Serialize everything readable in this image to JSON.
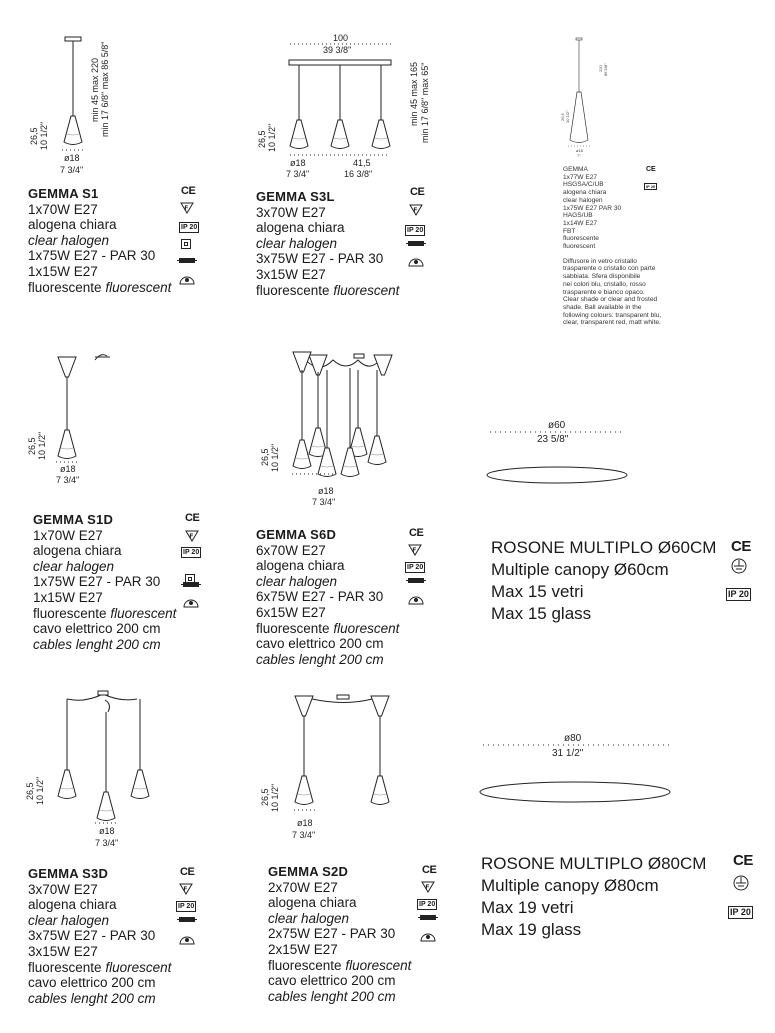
{
  "products": [
    {
      "id": "s1",
      "title": "GEMMA S1",
      "lines": [
        "1x70W E27",
        "alogena chiara",
        "clear halogen",
        "1x75W E27 - PAR 30",
        "1x15W E27",
        "fluorescente",
        "fluorescent"
      ],
      "dims": {
        "height": "26,5",
        "height_in": "10 1/2\"",
        "dia": "ø18",
        "dia_in": "7 3/4\"",
        "cable": "min 45  max 220",
        "cable_in": "min 17 6/8\"  max 86 5/8\""
      }
    },
    {
      "id": "s3l",
      "title": "GEMMA S3L",
      "lines": [
        "3x70W E27",
        "alogena chiara",
        "clear halogen",
        "3x75W E27 - PAR 30",
        "3x15W E27",
        "fluorescente",
        "fluorescent"
      ],
      "dims": {
        "width": "100",
        "width_in": "39 3/8\"",
        "height": "26,5",
        "height_in": "10 1/2\"",
        "dia": "ø18",
        "dia_in": "7 3/4\"",
        "spacing": "41,5",
        "spacing_in": "16 3/8\"",
        "cable": "min 45  max 165",
        "cable_in": "min 17 6/8\"  max 65\""
      }
    },
    {
      "id": "s1d",
      "title": "GEMMA S1D",
      "lines": [
        "1x70W E27",
        "alogena chiara",
        "clear halogen",
        "1x75W E27 - PAR 30",
        "1x15W E27",
        "fluorescente",
        "fluorescent",
        "cavo elettrico 200 cm",
        "cables lenght 200 cm"
      ],
      "dims": {
        "height": "26,5",
        "height_in": "10 1/2\"",
        "dia": "ø18",
        "dia_in": "7 3/4\""
      }
    },
    {
      "id": "s6d",
      "title": "GEMMA S6D",
      "lines": [
        "6x70W E27",
        "alogena chiara",
        "clear halogen",
        "6x75W E27 - PAR 30",
        "6x15W E27",
        "fluorescente",
        "fluorescent",
        "cavo elettrico 200 cm",
        "cables lenght 200 cm"
      ],
      "dims": {
        "height": "26,5",
        "height_in": "10 1/2\"",
        "dia": "ø18",
        "dia_in": "7 3/4\""
      }
    },
    {
      "id": "s3d",
      "title": "GEMMA S3D",
      "lines": [
        "3x70W E27",
        "alogena chiara",
        "clear halogen",
        "3x75W E27 - PAR 30",
        "3x15W E27",
        "fluorescente",
        "fluorescent",
        "cavo elettrico 200 cm",
        "cables lenght 200 cm"
      ],
      "dims": {
        "height": "26,5",
        "height_in": "10 1/2\"",
        "dia": "ø18",
        "dia_in": "7 3/4\""
      }
    },
    {
      "id": "s2d",
      "title": "GEMMA S2D",
      "lines": [
        "2x70W E27",
        "alogena chiara",
        "clear halogen",
        "2x75W E27 - PAR 30",
        "2x15W E27",
        "fluorescente",
        "fluorescent",
        "cavo elettrico 200 cm",
        "cables lenght 200 cm"
      ],
      "dims": {
        "height": "26,5",
        "height_in": "10 1/2\"",
        "dia": "ø18",
        "dia_in": "7 3/4\""
      }
    }
  ],
  "small_spec": {
    "lines": [
      "GEMMA",
      "1x77W E27",
      "HSGSA/C/UB",
      "alogena chiara",
      "clear halogen",
      "1x75W E27 PAR 30",
      "HAGS/UB",
      "1x14W E27",
      "FBT",
      "fluorescente",
      "fluorescent"
    ],
    "description": [
      "Diffusore in vetro cristallo",
      "trasparente o cristallo con parte",
      "sabbiata. Sfera disponibile",
      "nei colori blu, cristallo, rosso",
      "trasparente e bianco opaco.",
      "Clear shade or clear and frosted",
      "shade. Ball available in the",
      "following colours: transparent blu,",
      "clear, transparent red, matt white."
    ],
    "dims": {
      "height": "26,5",
      "height_in": "10 1/2\"",
      "dia": "ø18",
      "dia_in": "7\"",
      "cable": "220",
      "cable_in": "86 5/8\""
    }
  },
  "rosone60": {
    "dia": "ø60",
    "dia_in": "23 5/8\"",
    "lines": [
      "ROSONE MULTIPLO Ø60CM",
      "Multiple canopy Ø60cm",
      "Max 15 vetri",
      "Max 15 glass"
    ]
  },
  "rosone80": {
    "dia": "ø80",
    "dia_in": "31 1/2\"",
    "lines": [
      "ROSONE MULTIPLO Ø80CM",
      "Multiple canopy Ø80cm",
      "Max 19 vetri",
      "Max 19 glass"
    ]
  },
  "icons": {
    "ce": "CE",
    "ip": "IP 20",
    "ce_icon": "ce-mark-icon",
    "f_icon": "f-mark-icon",
    "ip_icon": "ip20-icon",
    "class2_icon": "double-insulation-icon",
    "halogen_icon": "halogen-symbol-icon",
    "fluor_icon": "fluorescent-symbol-icon",
    "ground_icon": "ground-icon"
  }
}
